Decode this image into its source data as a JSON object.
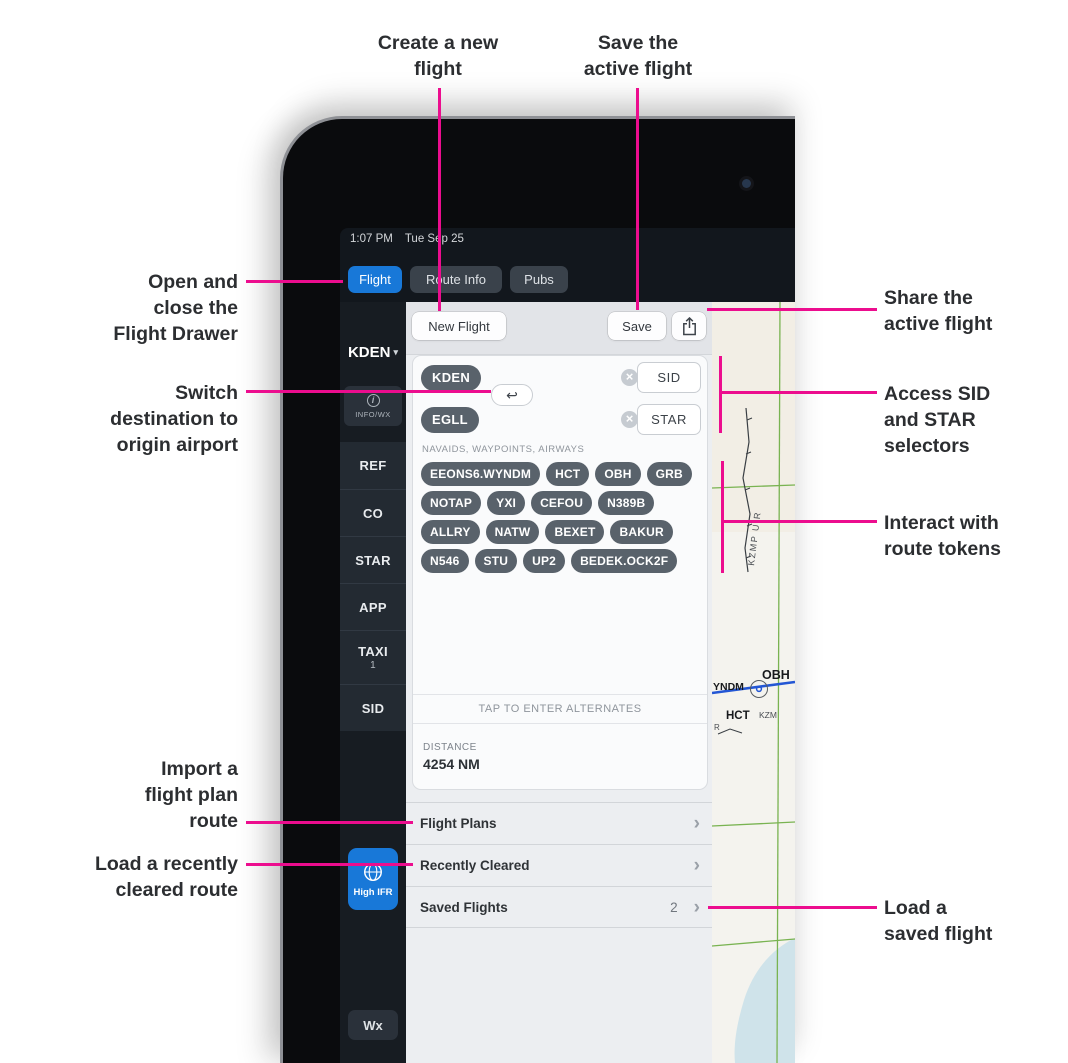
{
  "annotations": {
    "create_flight": "Create a new\nflight",
    "save_flight": "Save the\nactive flight",
    "open_drawer": "Open and\nclose the\nFlight Drawer",
    "switch_airports": "Switch\ndestination to\norigin airport",
    "share_flight": "Share the\nactive flight",
    "sid_star": "Access SID\nand STAR\nselectors",
    "route_tokens": "Interact with\nroute tokens",
    "import_route": "Import a\nflight plan\nroute",
    "recently_cleared": "Load a recently\ncleared route",
    "saved_flight": "Load a\nsaved flight"
  },
  "statusbar": {
    "time": "1:07 PM",
    "date": "Tue Sep 25"
  },
  "tabs": [
    "Flight",
    "Route Info",
    "Pubs"
  ],
  "sidebar": {
    "airport_selector": "KDEN",
    "info_wx": "INFO/WX",
    "items": [
      "REF",
      "CO",
      "STAR",
      "APP",
      "TAXI",
      "SID"
    ],
    "taxi_badge": "1",
    "high_ifr": "High IFR",
    "wx": "Wx"
  },
  "drawer": {
    "new_flight_button": "New Flight",
    "save_button": "Save",
    "origin": "KDEN",
    "destination": "EGLL",
    "sid_button": "SID",
    "star_button": "STAR",
    "route_section_header": "NAVAIDS, WAYPOINTS, AIRWAYS",
    "token_rows": [
      [
        "EEONS6.WYNDM",
        "HCT",
        "OBH",
        "GRB"
      ],
      [
        "NOTAP",
        "YXI",
        "CEFOU",
        "N389B"
      ],
      [
        "ALLRY",
        "NATW",
        "BEXET",
        "BAKUR"
      ],
      [
        "N546",
        "STU",
        "UP2",
        "BEDEK.OCK2F"
      ]
    ],
    "alternates_placeholder": "TAP TO ENTER ALTERNATES",
    "distance_label": "DISTANCE",
    "distance_value": "4254 NM",
    "list_rows": [
      {
        "label": "Flight Plans",
        "badge": ""
      },
      {
        "label": "Recently Cleared",
        "badge": ""
      },
      {
        "label": "Saved Flights",
        "badge": "2"
      }
    ]
  },
  "map": {
    "fir_label": "KZMP UIR",
    "waypoint_obh": "OBH",
    "waypoint_yndm": "YNDM",
    "waypoint_hct": "HCT",
    "label_kzm": "KZM",
    "label_r": "R"
  },
  "icons": {
    "chevron_down": "▾",
    "chevron_right": "›",
    "clear": "×",
    "swap": "↩",
    "info": "i"
  },
  "colors": {
    "accent_blue": "#1878d8",
    "annotation_magenta": "#ec0d8e"
  }
}
